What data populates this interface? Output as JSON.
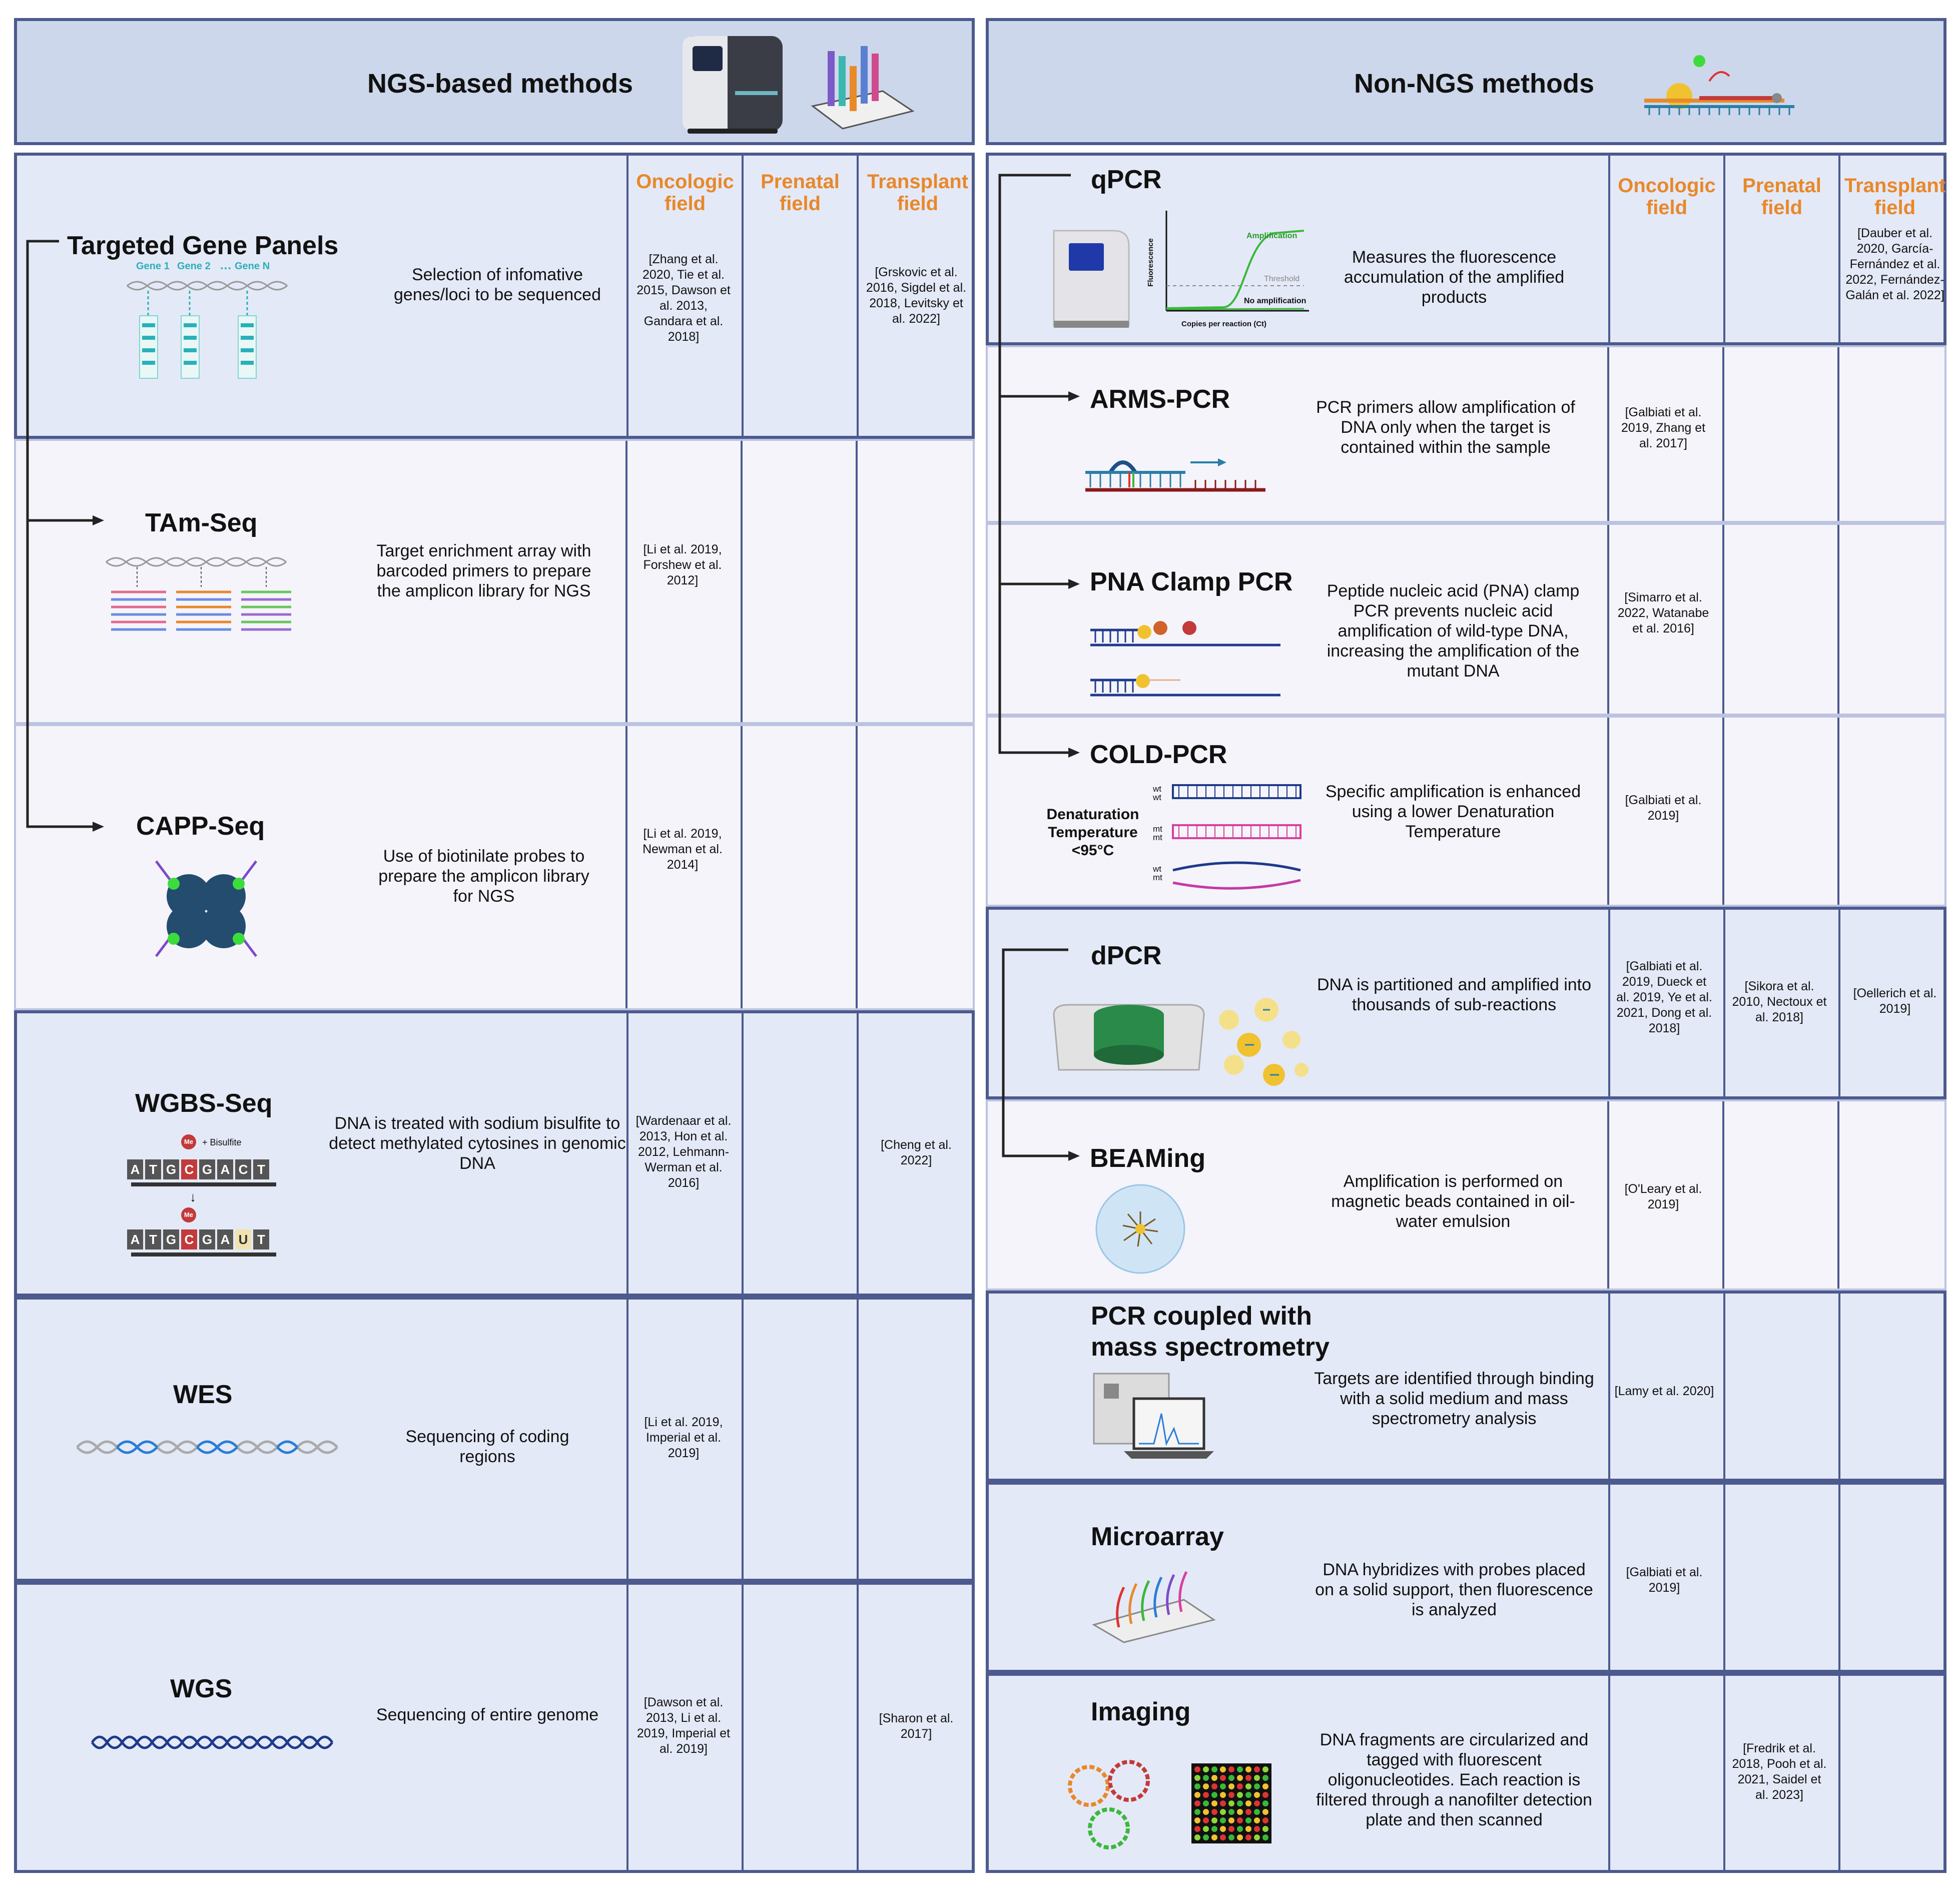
{
  "left": {
    "title": "NGS-based methods",
    "col_headers": {
      "oncologic": "Oncologic field",
      "prenatal": "Prenatal field",
      "transplant": "Transplant field"
    },
    "rows": [
      {
        "name": "Targeted Gene Panels",
        "desc": "Selection of infomative genes/loci to be sequenced",
        "gene_labels": [
          "Gene 1",
          "Gene 2",
          "…",
          "Gene N"
        ],
        "onco": "[Zhang et al. 2020, Tie et al. 2015, Dawson et al. 2013, Gandara et al. 2018]",
        "prenatal": "",
        "transplant": "[Grskovic et al. 2016, Sigdel et al. 2018, Levitsky et al. 2022]"
      },
      {
        "name": "TAm-Seq",
        "desc": "Target enrichment array with barcoded primers to prepare the amplicon library for NGS",
        "onco": "[Li et al. 2019, Forshew et al. 2012]",
        "prenatal": "",
        "transplant": ""
      },
      {
        "name": "CAPP-Seq",
        "desc": "Use of biotinilate probes to prepare the amplicon library for NGS",
        "onco": "[Li et al. 2019, Newman et al. 2014]",
        "prenatal": "",
        "transplant": ""
      },
      {
        "name": "WGBS-Seq",
        "desc": "DNA is treated with sodium bisulfite to detect methylated cytosines in genomic DNA",
        "bisulfite_label": "+ Bisulfite",
        "me_label": "Me",
        "seq_before": [
          "A",
          "T",
          "G",
          "C",
          "G",
          "A",
          "C",
          "T"
        ],
        "seq_after": [
          "A",
          "T",
          "G",
          "C",
          "G",
          "A",
          "U",
          "T"
        ],
        "onco": "[Wardenaar et al. 2013, Hon et al. 2012, Lehmann-Werman et al. 2016]",
        "prenatal": "",
        "transplant": "[Cheng et al. 2022]"
      },
      {
        "name": "WES",
        "desc": "Sequencing of coding regions",
        "onco": "[Li et al. 2019, Imperial et al. 2019]",
        "prenatal": "",
        "transplant": ""
      },
      {
        "name": "WGS",
        "desc": "Sequencing of entire genome",
        "onco": "[Dawson et al. 2013, Li et al. 2019, Imperial et al. 2019]",
        "prenatal": "",
        "transplant": "[Sharon et al. 2017]"
      }
    ]
  },
  "right": {
    "title": "Non-NGS methods",
    "col_headers": {
      "oncologic": "Oncologic field",
      "prenatal": "Prenatal field",
      "transplant": "Transplant field"
    },
    "rows": [
      {
        "name": "qPCR",
        "desc": "Measures the fluorescence accumulation of the amplified products",
        "chart_labels": {
          "amplification": "Amplification",
          "threshold": "Threshold",
          "no_amp": "No amplification",
          "ylabel": "Fluorescence",
          "xlabel": "Copies per reaction (Ct)"
        },
        "onco": "",
        "prenatal": "",
        "transplant": "[Dauber et al. 2020, García-Fernández et al. 2022, Fernández-Galán et al. 2022]"
      },
      {
        "name": "ARMS-PCR",
        "desc": "PCR primers allow amplification of DNA only when the target is contained within the sample",
        "onco": "[Galbiati et al. 2019, Zhang et al. 2017]",
        "prenatal": "",
        "transplant": ""
      },
      {
        "name": "PNA Clamp PCR",
        "desc": "Peptide nucleic acid (PNA) clamp PCR prevents nucleic acid amplification of wild-type DNA, increasing the amplification of the mutant DNA",
        "onco": "[Simarro et al. 2022, Watanabe et al. 2016]",
        "prenatal": "",
        "transplant": ""
      },
      {
        "name": "COLD-PCR",
        "desc": "Specific amplification is enhanced using a lower Denaturation Temperature",
        "temp_label": "Denaturation Temperature <95°C",
        "strand_labels": [
          "wt",
          "wt",
          "mt",
          "mt",
          "wt",
          "mt"
        ],
        "onco": "[Galbiati et al. 2019]",
        "prenatal": "",
        "transplant": ""
      },
      {
        "name": "dPCR",
        "desc": "DNA is partitioned and amplified into thousands of sub-reactions",
        "onco": "[Galbiati et al. 2019, Dueck et al. 2019, Ye et al. 2021, Dong et al. 2018]",
        "prenatal": "[Sikora et al. 2010, Nectoux et al. 2018]",
        "transplant": "[Oellerich et al. 2019]"
      },
      {
        "name": "BEAMing",
        "desc": "Amplification is performed on magnetic beads contained in oil-water emulsion",
        "onco": "[O'Leary et al. 2019]",
        "prenatal": "",
        "transplant": ""
      },
      {
        "name": "PCR coupled with mass spectrometry",
        "name_lines": [
          "PCR coupled with",
          "mass spectrometry"
        ],
        "desc": "Targets are identified through binding with a solid medium and mass spectrometry analysis",
        "onco": "[Lamy et al. 2020]",
        "prenatal": "",
        "transplant": ""
      },
      {
        "name": "Microarray",
        "desc": "DNA hybridizes with probes placed on a solid support, then fluorescence is analyzed",
        "onco": "[Galbiati et al. 2019]",
        "prenatal": "",
        "transplant": ""
      },
      {
        "name": "Imaging",
        "desc": "DNA fragments are circularized and tagged with fluorescent oligonucleotides. Each reaction is filtered through a nanofilter detection plate and then scanned",
        "onco": "",
        "prenatal": "[Fredrik et al. 2018, Pooh et al. 2021, Saidel et al. 2023]",
        "transplant": ""
      }
    ]
  },
  "colors": {
    "border": "#4c5a8e",
    "header_bg": "#cdd7eb",
    "dark_row": "#e4e9f7",
    "light_row": "#f5f4fb",
    "accent_orange": "#e8882a"
  }
}
